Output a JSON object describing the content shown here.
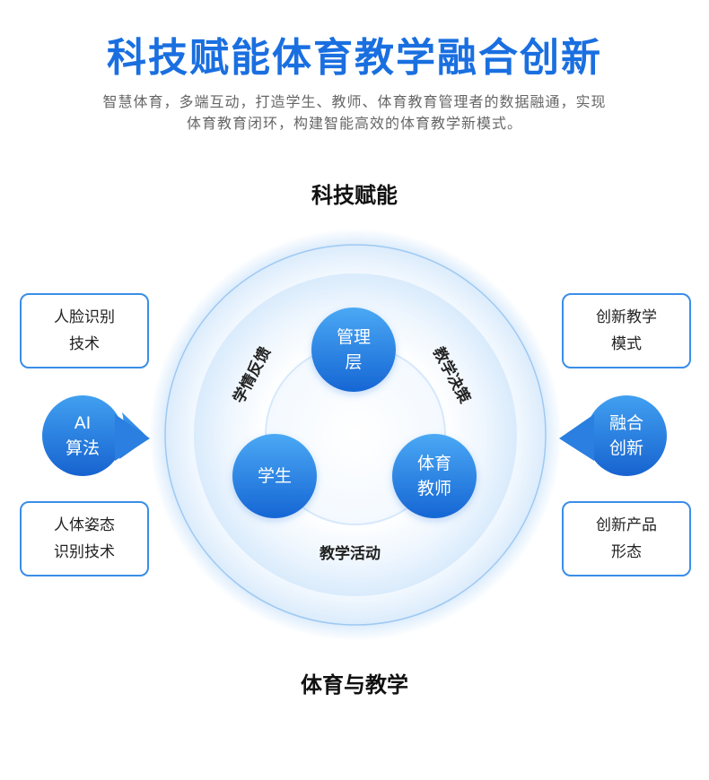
{
  "header": {
    "title": "科技赋能体育教学融合创新",
    "subtitle_line1": "智慧体育，多端互动，打造学生、教师、体育教育管理者的数据融通，实现",
    "subtitle_line2": "体育教育闭环，构建智能高效的体育教学新模式。"
  },
  "diagram": {
    "top_label": "科技赋能",
    "bottom_label": "体育与教学",
    "nodes": {
      "management_line1": "管理",
      "management_line2": "层",
      "student": "学生",
      "teacher_line1": "体育",
      "teacher_line2": "教师"
    },
    "arc_labels": {
      "left": "学情反馈",
      "right": "教学决策",
      "bottom": "教学活动"
    },
    "left": {
      "box_top_line1": "人脸识别",
      "box_top_line2": "技术",
      "bubble_line1": "AI",
      "bubble_line2": "算法",
      "box_bottom_line1": "人体姿态",
      "box_bottom_line2": "识别技术"
    },
    "right": {
      "box_top_line1": "创新教学",
      "box_top_line2": "模式",
      "bubble_line1": "融合",
      "bubble_line2": "创新",
      "box_bottom_line1": "创新产品",
      "box_bottom_line2": "形态"
    }
  },
  "colors": {
    "accent": "#1a6fe0",
    "node_blue_light": "#4fa6f2",
    "node_blue_dark": "#1668d6",
    "ring_light": "#e4f1fd",
    "box_border": "#3a8ee8"
  }
}
